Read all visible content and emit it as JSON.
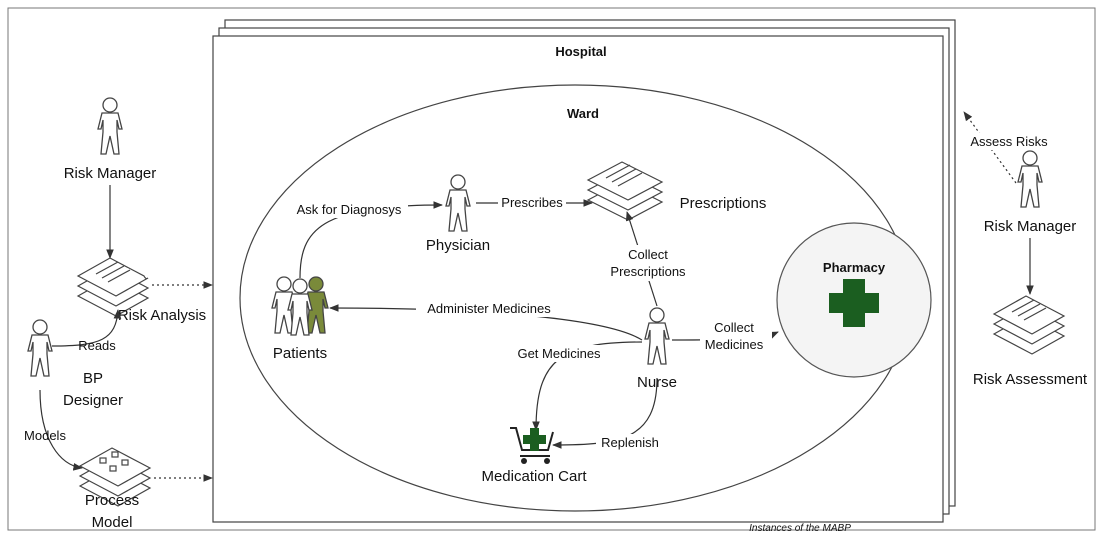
{
  "hospital": {
    "title": "Hospital",
    "ward_title": "Ward",
    "pharmacy_label": "Pharmacy"
  },
  "left": {
    "risk_manager": "Risk Manager",
    "risk_analysis": "Risk Analysis",
    "reads": "Reads",
    "bp": "BP",
    "designer": "Designer",
    "models": "Models",
    "process": "Process",
    "model": "Model"
  },
  "ward": {
    "ask_for_diagnosys": "Ask for Diagnosys",
    "physician": "Physician",
    "prescribes": "Prescribes",
    "prescriptions": "Prescriptions",
    "collect": "Collect",
    "prescriptions_lower": "Prescriptions",
    "administer_medicines": "Administer Medicines",
    "patients": "Patients",
    "get_medicines": "Get Medicines",
    "nurse": "Nurse",
    "collect_medicines_1": "Collect",
    "collect_medicines_2": "Medicines",
    "replenish": "Replenish",
    "medication_cart": "Medication Cart"
  },
  "right": {
    "assess_risks": "Assess Risks",
    "risk_manager": "Risk Manager",
    "risk_assessment": "Risk Assessment"
  },
  "footer": {
    "instances": "Instances of the MABP"
  },
  "colors": {
    "pharmacy_cross": "#1b5e20",
    "patient_green": "#7a8a3a",
    "frame": "#555555"
  }
}
